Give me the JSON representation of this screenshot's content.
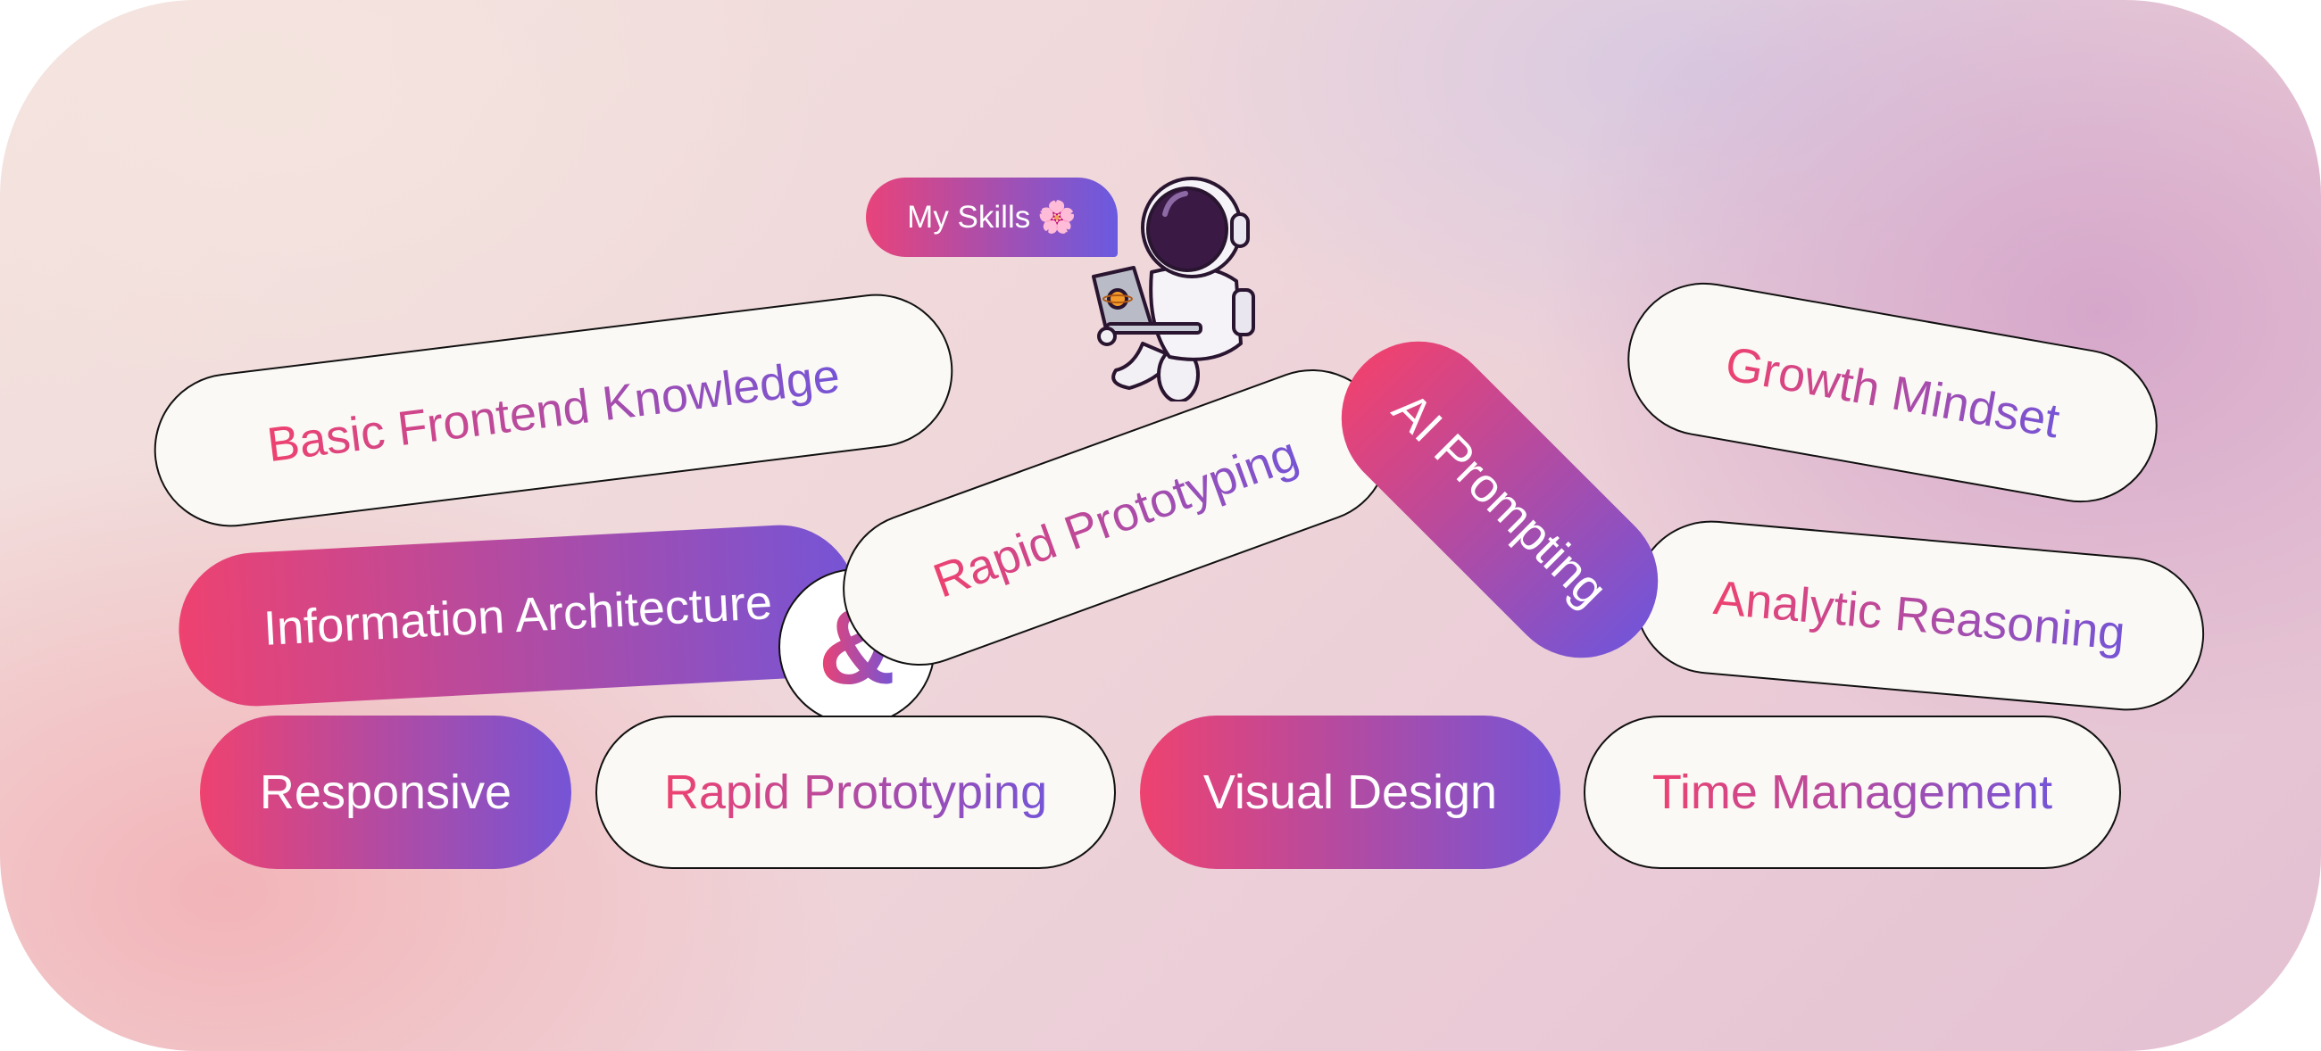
{
  "header": {
    "badge_label": "My Skills",
    "badge_emoji": "🌸"
  },
  "ampersand": "&",
  "scattered_skills": [
    {
      "label": "Basic Frontend Knowledge",
      "style": "outline"
    },
    {
      "label": "Growth Mindset",
      "style": "outline"
    },
    {
      "label": "Analytic Reasoning",
      "style": "outline"
    },
    {
      "label": "Information Architecture",
      "style": "filled"
    },
    {
      "label": "Rapid Prototyping",
      "style": "outline"
    },
    {
      "label": "AI Prompting",
      "style": "filled"
    }
  ],
  "bottom_skills": [
    {
      "label": "Responsive",
      "style": "filled"
    },
    {
      "label": "Rapid Prototyping",
      "style": "outline"
    },
    {
      "label": "Visual Design",
      "style": "filled"
    },
    {
      "label": "Time Management",
      "style": "outline"
    }
  ],
  "colors": {
    "gradient_start": "#ee4270",
    "gradient_end": "#7554d6",
    "pill_bg": "#fbf9f5"
  }
}
